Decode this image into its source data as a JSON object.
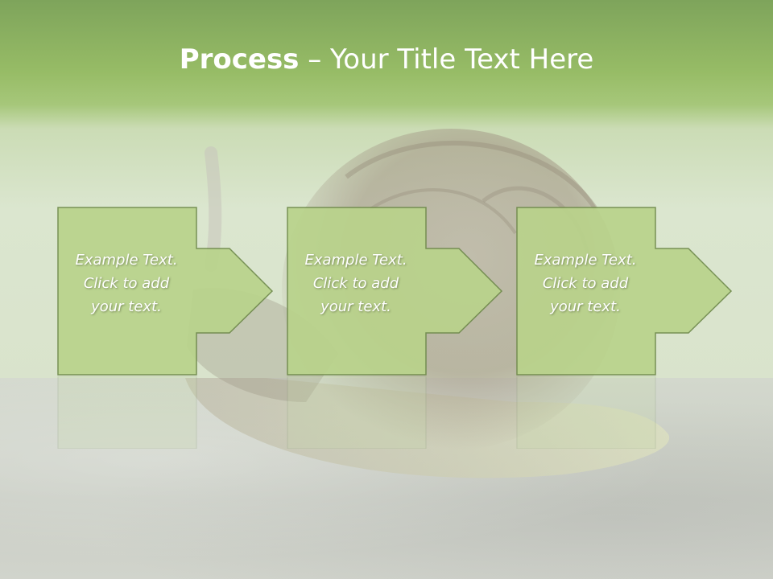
{
  "title": {
    "strong": "Process",
    "rest": " – Your Title Text Here"
  },
  "steps": [
    {
      "text_line1": "Example Text.",
      "text_line2": "Click  to add",
      "text_line3": "your text."
    },
    {
      "text_line1": "Example Text.",
      "text_line2": "Click  to add",
      "text_line3": "your text."
    },
    {
      "text_line1": "Example Text.",
      "text_line2": "Click  to add",
      "text_line3": "your text."
    }
  ],
  "colors": {
    "header_green": "#8db566",
    "box_fill": "#b9d38b",
    "box_border": "#6f8a4b",
    "text": "#ffffff"
  }
}
